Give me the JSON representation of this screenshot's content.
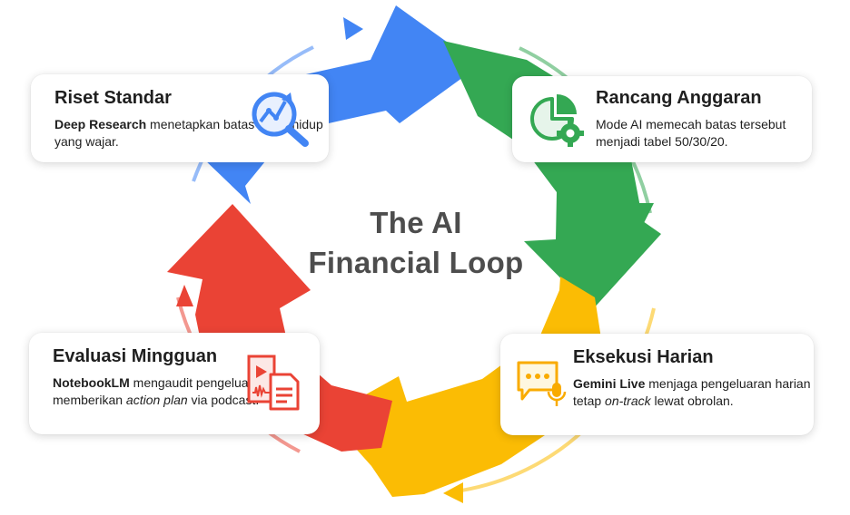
{
  "title_line1": "The AI",
  "title_line2": "Financial Loop",
  "colors": {
    "blue": "#4285f4",
    "green": "#34a853",
    "yellow": "#fbbc04",
    "red": "#ea4335"
  },
  "steps": [
    {
      "title": "Riset Standar",
      "bold": "Deep Research",
      "text": " menetapkan batas biaya hidup yang wajar.",
      "icon": "magnifier-chart-icon",
      "color": "blue"
    },
    {
      "title": "Rancang Anggaran",
      "text": "Mode AI memecah batas tersebut menjadi tabel 50/30/20.",
      "icon": "pie-chart-gear-icon",
      "color": "green"
    },
    {
      "title": "Eksekusi Harian",
      "bold": "Gemini Live",
      "text": " menjaga pengeluaran harian tetap ",
      "italic": "on-track",
      "text2": " lewat obrolan.",
      "icon": "chat-microphone-icon",
      "color": "yellow"
    },
    {
      "title": "Evaluasi Mingguan",
      "bold": "NotebookLM",
      "text": " mengaudit pengeluaran dan memberikan ",
      "italic": "action plan",
      "text2": " via podcast.",
      "icon": "play-document-icon",
      "color": "red"
    }
  ]
}
